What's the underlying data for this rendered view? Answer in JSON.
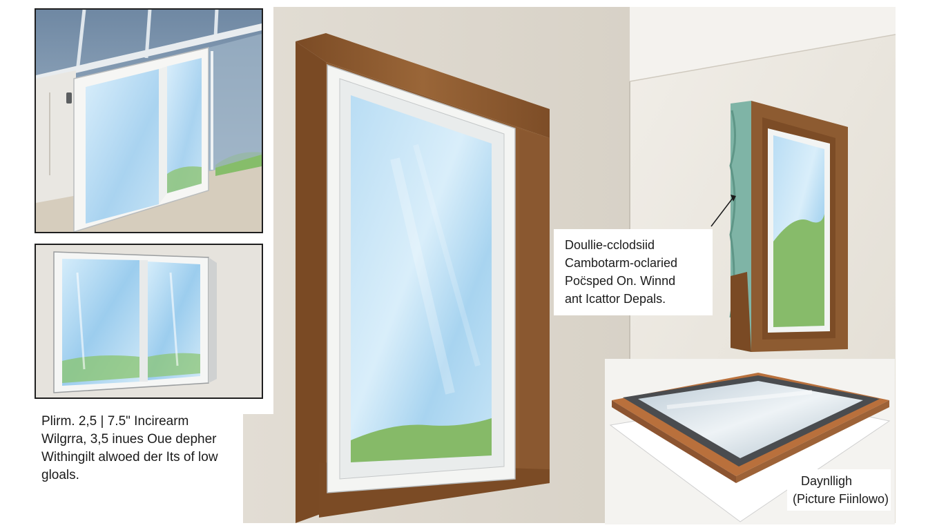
{
  "illustration": {
    "panels": {
      "top_left": "sliding-window-view",
      "mid_left": "sliding-window-closeup",
      "center": "tall-window-wood-trim",
      "right": "window-with-insulation-edge",
      "bottom_right": "picture-window-frame"
    },
    "left_note": {
      "lines": [
        "Plirm. 2,5 | 7.5\" Incirearm",
        "Wilgrra, 3,5 inues Oue depher",
        "Withingilt alwoed der Its of low",
        "gloals."
      ]
    },
    "callout": {
      "lines": [
        "Doullie-cclodsiid",
        "Cambotarm-oclaried",
        "Poc̈sped On. Winnd",
        "ant Icattor Depals."
      ]
    },
    "daylight_label": {
      "lines": [
        "Daynlligh",
        "(Picture Fiinlowo)"
      ]
    },
    "colors": {
      "wall": "#e7e2d9",
      "wood": "#8c5a30",
      "vinyl": "#f4f5f3",
      "glass": "#c7e3f5",
      "foam": "#7ab1a3",
      "grass": "#84b968",
      "gasket": "#4a4c4f"
    }
  }
}
